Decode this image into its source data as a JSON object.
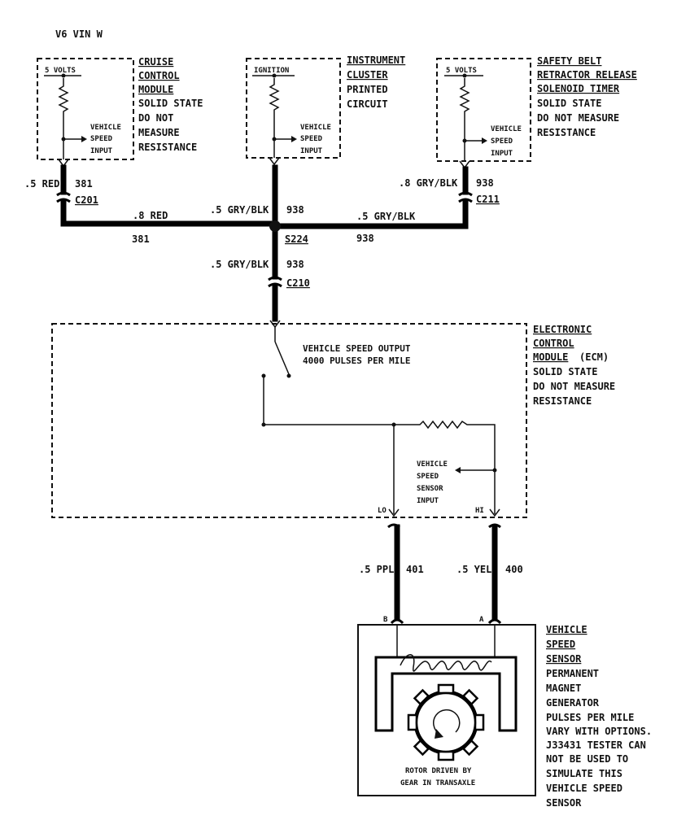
{
  "header": {
    "engine": "V6 VIN W"
  },
  "cruise": {
    "voltage": "5 VOLTS",
    "input": [
      "VEHICLE",
      "SPEED",
      "INPUT"
    ],
    "title": [
      "CRUISE",
      "CONTROL",
      "MODULE"
    ],
    "desc": [
      "SOLID STATE",
      "DO NOT",
      "MEASURE",
      "RESISTANCE"
    ],
    "wire_color": ".5 RED",
    "circuit": "381",
    "connector": "C201"
  },
  "instrument": {
    "source": "IGNITION",
    "input": [
      "VEHICLE",
      "SPEED",
      "INPUT"
    ],
    "title": [
      "INSTRUMENT",
      "CLUSTER"
    ],
    "desc": [
      "PRINTED",
      "CIRCUIT"
    ]
  },
  "safety": {
    "voltage": "5 VOLTS",
    "input": [
      "VEHICLE",
      "SPEED",
      "INPUT"
    ],
    "title": [
      "SAFETY BELT",
      "RETRACTOR RELEASE",
      "SOLENOID TIMER"
    ],
    "desc": [
      "SOLID STATE",
      "DO NOT MEASURE",
      "RESISTANCE"
    ],
    "wire_color": ".8 GRY/BLK",
    "circuit": "938",
    "connector": "C211"
  },
  "bus": {
    "left_color": ".8 RED",
    "left_circuit": "381",
    "center_color": ".5 GRY/BLK",
    "center_circuit": "938",
    "right_color": ".5 GRY/BLK",
    "right_circuit": "938",
    "splice": "S224",
    "down_color": ".5 GRY/BLK",
    "down_circuit": "938",
    "down_connector": "C210"
  },
  "ecm": {
    "output": [
      "VEHICLE SPEED OUTPUT",
      "4000 PULSES PER MILE"
    ],
    "vss_input": [
      "VEHICLE",
      "SPEED",
      "SENSOR",
      "INPUT"
    ],
    "lo": "LO",
    "hi": "HI",
    "title": [
      "ELECTRONIC",
      "CONTROL",
      "MODULE"
    ],
    "title_suffix": "(ECM)",
    "desc": [
      "SOLID STATE",
      "DO NOT MEASURE",
      "RESISTANCE"
    ]
  },
  "lower_wires": {
    "left_color": ".5 PPL",
    "left_circuit": "401",
    "right_color": ".5 YEL",
    "right_circuit": "400"
  },
  "sensor": {
    "pin_b": "B",
    "pin_a": "A",
    "rotor": [
      "ROTOR DRIVEN BY",
      "GEAR IN TRANSAXLE"
    ],
    "title": [
      "VEHICLE",
      "SPEED",
      "SENSOR"
    ],
    "desc": [
      "PERMANENT",
      "MAGNET",
      "GENERATOR",
      "PULSES PER MILE",
      "VARY WITH OPTIONS.",
      "J33431 TESTER CAN",
      "NOT BE USED TO",
      "SIMULATE THIS",
      "VEHICLE SPEED",
      "SENSOR"
    ]
  }
}
